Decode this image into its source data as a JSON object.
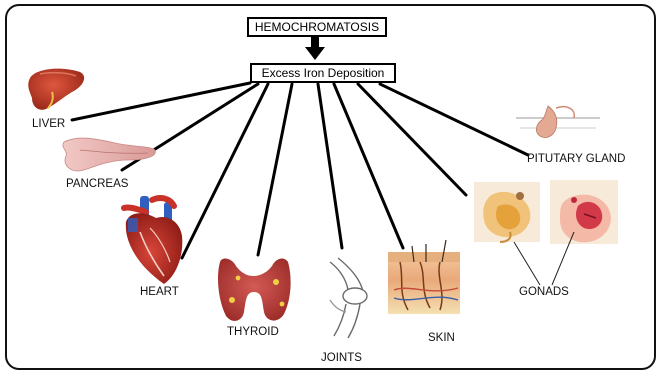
{
  "title": "HEMOCHROMATOSIS",
  "root": "Excess Iron Deposition",
  "organs": {
    "liver": "LIVER",
    "pancreas": "PANCREAS",
    "heart": "HEART",
    "thyroid": "THYROID",
    "joints": "JOINTS",
    "skin": "SKIN",
    "pituitary": "PITUTARY GLAND",
    "gonads": "GONADS"
  }
}
